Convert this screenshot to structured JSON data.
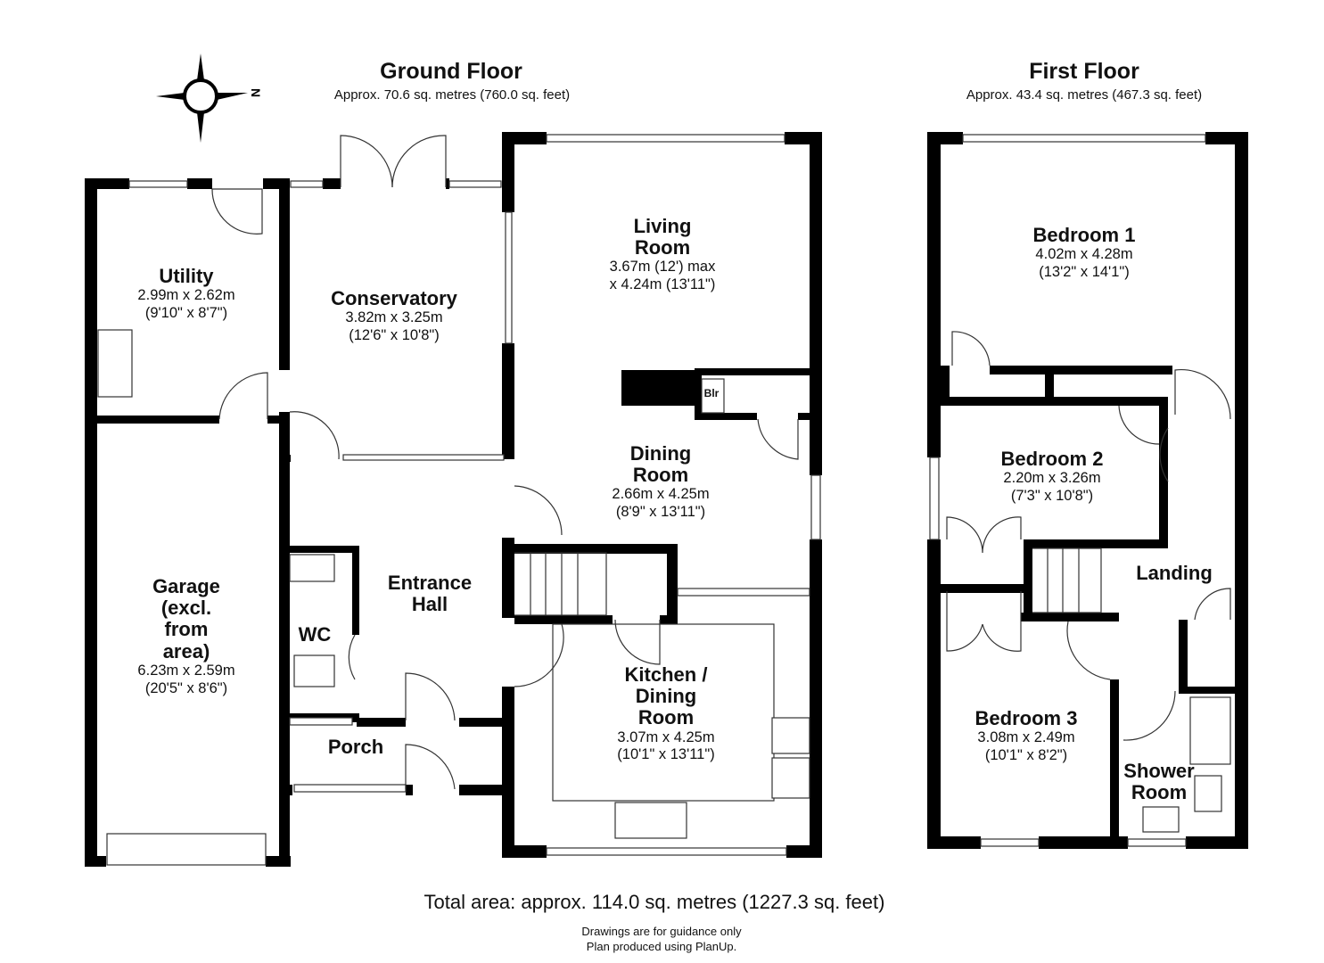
{
  "ground_floor": {
    "title": "Ground Floor",
    "area": "Approx. 70.6 sq. metres (760.0 sq. feet)",
    "rooms": [
      {
        "name": "Utility",
        "dims": [
          "2.99m x 2.62m",
          "(9'10\" x 8'7\")"
        ]
      },
      {
        "name": "Conservatory",
        "dims": [
          "3.82m x 3.25m",
          "(12'6\" x 10'8\")"
        ]
      },
      {
        "name": "Living Room",
        "dims": [
          "3.67m (12') max",
          "x 4.24m (13'11\")"
        ]
      },
      {
        "name": "Dining Room",
        "dims": [
          "2.66m x 4.25m",
          "(8'9\" x 13'11\")"
        ]
      },
      {
        "name": "Garage (excl. from area)",
        "dims": [
          "6.23m x 2.59m",
          "(20'5\" x 8'6\")"
        ]
      },
      {
        "name": "Entrance Hall",
        "dims": []
      },
      {
        "name": "WC",
        "dims": []
      },
      {
        "name": "Porch",
        "dims": []
      },
      {
        "name": "Kitchen / Dining Room",
        "dims": [
          "3.07m x 4.25m",
          "(10'1\" x 13'11\")"
        ]
      }
    ],
    "boiler_label": "Blr"
  },
  "first_floor": {
    "title": "First Floor",
    "area": "Approx. 43.4 sq. metres (467.3 sq. feet)",
    "rooms": [
      {
        "name": "Bedroom 1",
        "dims": [
          "4.02m x 4.28m",
          "(13'2\" x 14'1\")"
        ]
      },
      {
        "name": "Bedroom 2",
        "dims": [
          "2.20m x 3.26m",
          "(7'3\" x 10'8\")"
        ]
      },
      {
        "name": "Landing",
        "dims": []
      },
      {
        "name": "Bedroom 3",
        "dims": [
          "3.08m x 2.49m",
          "(10'1\" x 8'2\")"
        ]
      },
      {
        "name": "Shower Room",
        "dims": []
      }
    ]
  },
  "compass": {
    "label": "N",
    "icon": "compass-icon"
  },
  "footer": {
    "total": "Total area: approx. 114.0 sq. metres (1227.3 sq. feet)",
    "note1": "Drawings are for guidance only",
    "note2": "Plan produced using PlanUp."
  }
}
